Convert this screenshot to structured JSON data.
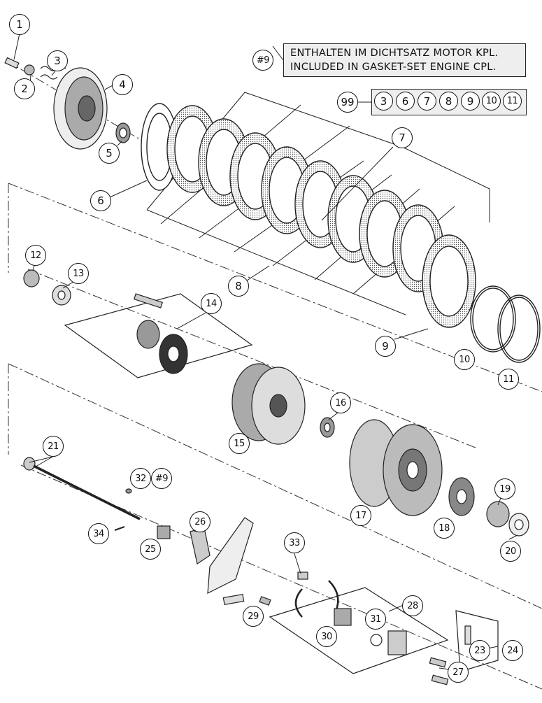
{
  "note": {
    "ref": "#9",
    "line1": "ENTHALTEN IM DICHTSATZ MOTOR KPL.",
    "line2": "INCLUDED IN GASKET-SET ENGINE CPL."
  },
  "kit": {
    "ref": "99",
    "items": [
      "3",
      "6",
      "7",
      "8",
      "9",
      "10",
      "11"
    ]
  },
  "parts": {
    "p1": "1",
    "p2": "2",
    "p3": "3",
    "p4": "4",
    "p5": "5",
    "p6": "6",
    "p7": "7",
    "p8": "8",
    "p9": "9",
    "p10": "10",
    "p11": "11",
    "p12": "12",
    "p13": "13",
    "p14": "14",
    "p15": "15",
    "p16": "16",
    "p17": "17",
    "p18": "18",
    "p19": "19",
    "p20": "20",
    "p21": "21",
    "p23": "23",
    "p24": "24",
    "p25": "25",
    "p26": "26",
    "p27": "27",
    "p28": "28",
    "p29": "29",
    "p30": "30",
    "p31": "31",
    "p32": "32",
    "p32ref": "#9",
    "p33": "33",
    "p34": "34"
  }
}
